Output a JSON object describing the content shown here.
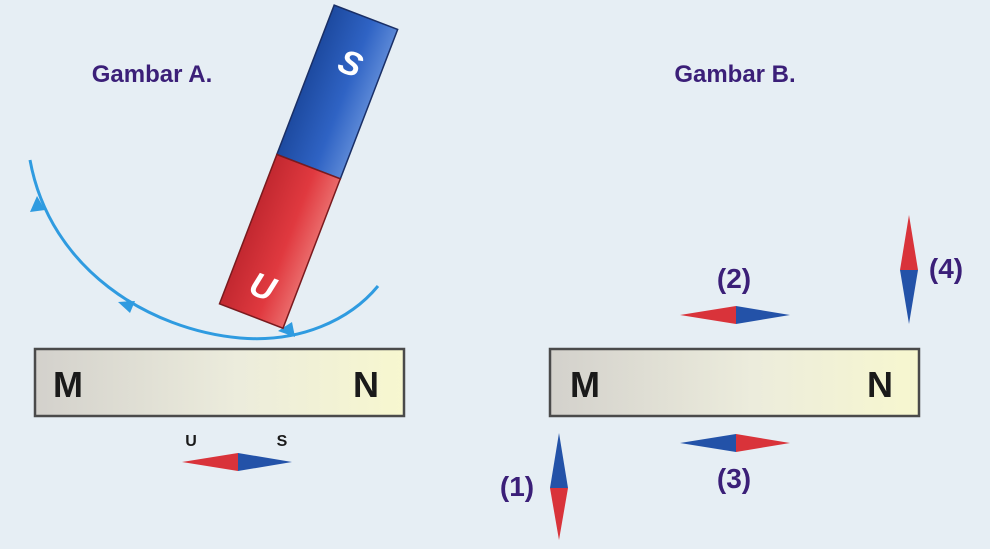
{
  "figure_a": {
    "title": "Gambar A.",
    "bar_magnet": {
      "left_label": "M",
      "right_label": "N"
    },
    "stroking_magnet": {
      "top_pole": "S",
      "bottom_pole": "U"
    },
    "compass": {
      "left_label": "U",
      "right_label": "S"
    }
  },
  "figure_b": {
    "title": "Gambar B.",
    "bar_magnet": {
      "left_label": "M",
      "right_label": "N"
    },
    "compass_labels": [
      "(1)",
      "(2)",
      "(3)",
      "(4)"
    ]
  },
  "colors": {
    "background": "#e6eef4",
    "title_text": "#3b1f78",
    "pole_red": "#d9333a",
    "pole_blue": "#2352a8",
    "stroke_path": "#2f9be0",
    "bar_fill": "#f3f3d6",
    "bar_outline": "#4a4a4a"
  }
}
